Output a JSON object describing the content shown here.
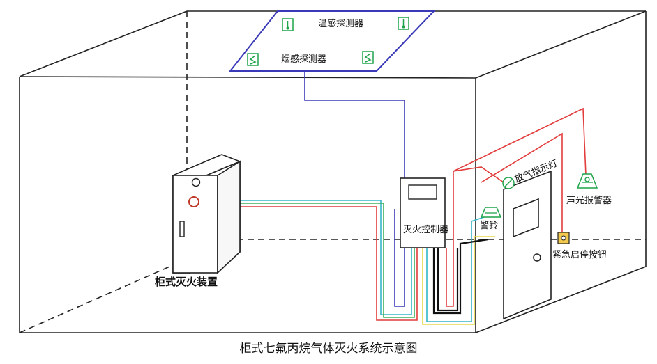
{
  "caption": "柜式七氟丙烷气体灭火系统示意图",
  "labels": {
    "temp_detector": "温感探测器",
    "smoke_detector": "烟感探测器",
    "cabinet": "柜式灭火装置",
    "controller": "灭火控制器",
    "release_light": "放气指示灯",
    "sound_light_alarm": "声光报警器",
    "bell": "警铃",
    "emergency_button": "紧急启停按钮"
  },
  "colors": {
    "wire_blue": "#3a3ab8",
    "wire_red": "#e23c3c",
    "wire_cyan": "#35b6c8",
    "wire_green": "#3fae5a",
    "wire_yellow": "#e6d84a",
    "wire_black": "#111111",
    "device_green": "#1fa34a",
    "button_yellow": "#f2c94c",
    "cabinet_badge_red": "#c0392b"
  }
}
